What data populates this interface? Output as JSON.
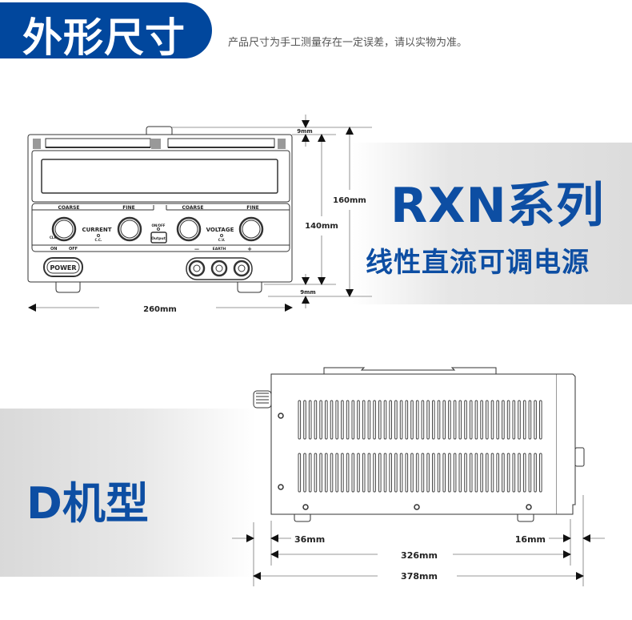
{
  "header": {
    "title": "外形尺寸",
    "note": "产品尺寸为手工测量存在一定误差，请以实物为准。"
  },
  "product": {
    "series": "RXN系列",
    "subtitle": "线性直流可调电源",
    "model": "D机型"
  },
  "front_view": {
    "labels": {
      "coarse_left": "COARSE",
      "fine_left": "FINE",
      "coarse_right": "COARSE",
      "fine_right": "FINE",
      "current": "CURRENT",
      "voltage": "VOLTAGE",
      "on_off": "ON/OFF",
      "output": "Output",
      "on": "ON",
      "off": "OFF",
      "minus": "—",
      "earth": "EARTH",
      "plus": "+",
      "power": "POWER",
      "clr": "CLR",
      "cc": "C.C.",
      "cv": "C.V."
    },
    "dimensions": {
      "top_gap": "9mm",
      "bottom_gap": "9mm",
      "height_total": "160mm",
      "height_body": "140mm",
      "width": "260mm"
    }
  },
  "side_view": {
    "dimensions": {
      "front": "36mm",
      "rear": "16mm",
      "body": "326mm",
      "total": "378mm"
    }
  }
}
